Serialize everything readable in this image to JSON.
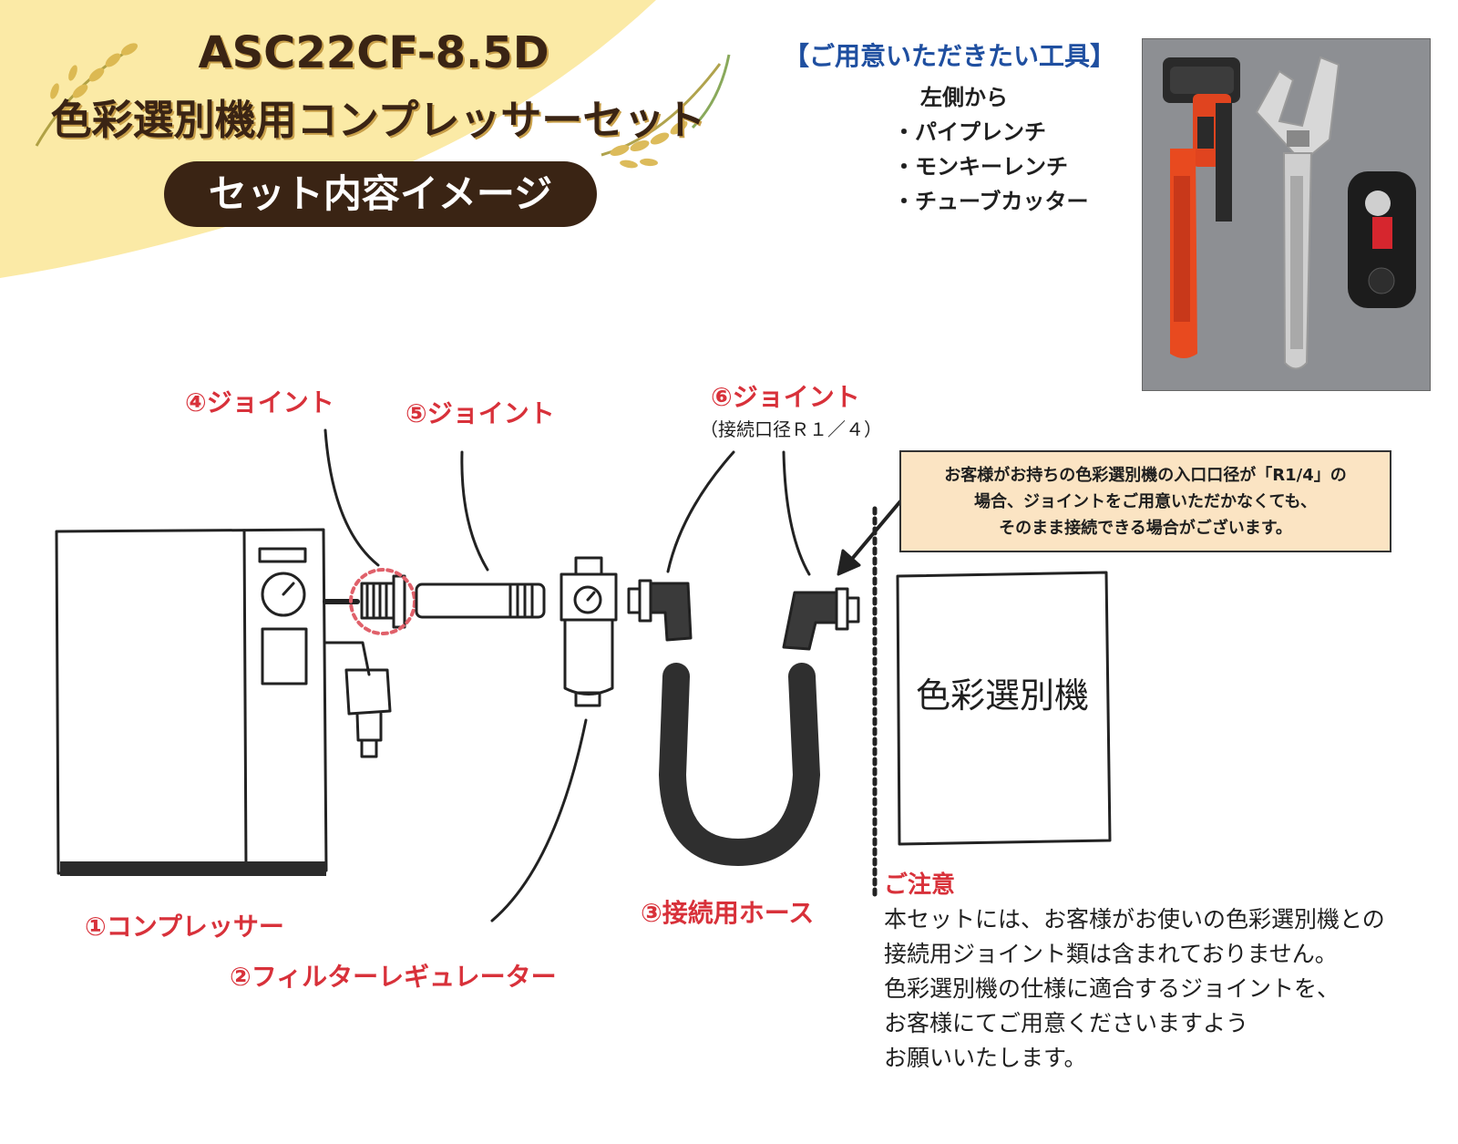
{
  "header": {
    "model": "ASC22CF-8.5D",
    "title": "色彩選別機用コンプレッサーセット",
    "subtitle": "セット内容イメージ"
  },
  "tools": {
    "heading": "【ご用意いただきたい工具】",
    "intro": "左側から",
    "items": [
      "・パイプレンチ",
      "・モンキーレンチ",
      "・チューブカッター"
    ]
  },
  "parts": {
    "compressor": "①コンプレッサー",
    "filter_regulator": "②フィルターレギュレーター",
    "hose": "③接続用ホース",
    "joint4": "④ジョイント",
    "joint5": "⑤ジョイント",
    "joint6": "⑥ジョイント",
    "joint6_note": "（接続口径Ｒ１／４）"
  },
  "sorter_label": "色彩選別機",
  "callout": {
    "lines": [
      "お客様がお持ちの色彩選別機の入口口径が「R1/4」の",
      "場合、ジョイントをご用意いただかなくても、",
      "そのまま接続できる場合がございます。"
    ]
  },
  "caution": {
    "title": "ご注意",
    "lines": [
      "本セットには、お客様がお使いの色彩選別機との",
      "接続用ジョイント類は含まれておりません。",
      "色彩選別機の仕様に適合するジョイントを、",
      "お客様にてご用意くださいますよう",
      "お願いいたします。"
    ]
  },
  "colors": {
    "title_brown": "#3a2414",
    "accent_red": "#d8313a",
    "heading_blue": "#1f4fa0",
    "banner_yellow": "#fbeaa6",
    "callout_bg": "#fbe4c3"
  }
}
